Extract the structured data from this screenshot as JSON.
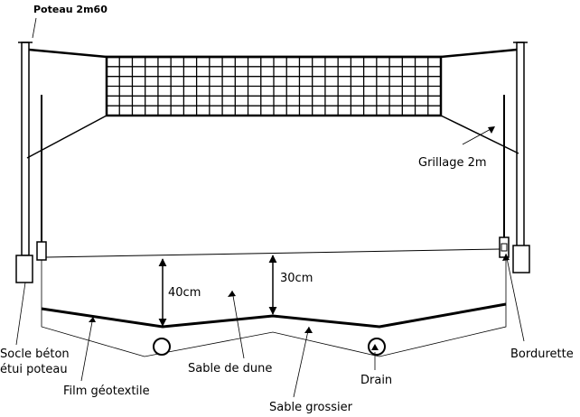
{
  "labels": {
    "poteau": "Poteau 2m60",
    "grillage": "Grillage 2m",
    "socle_line1": "Socle béton",
    "socle_line2": "étui poteau",
    "film": "Film géotextile",
    "sable_dune": "Sable de dune",
    "drain": "Drain",
    "sable_grossier": "Sable grossier",
    "bordurette": "Bordurette",
    "dim_40": "40cm",
    "dim_30": "30cm"
  },
  "colors": {
    "stroke": "#000000",
    "background": "#ffffff"
  }
}
